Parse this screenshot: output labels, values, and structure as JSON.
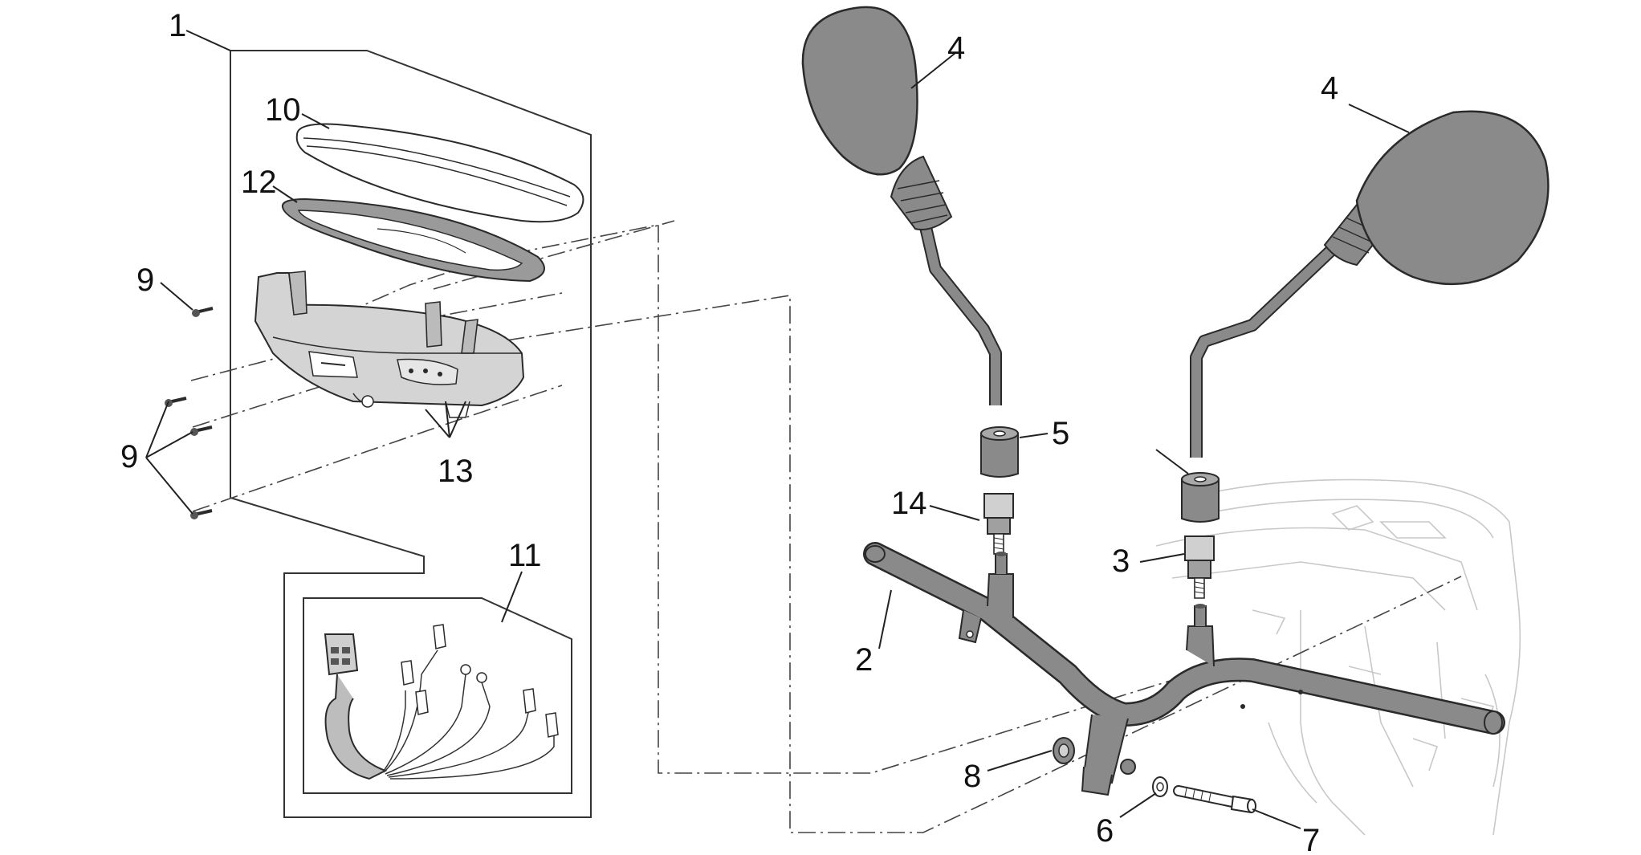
{
  "callouts": {
    "c1": "1",
    "c2": "2",
    "c3": "3",
    "c4a": "4",
    "c4b": "4",
    "c5": "5",
    "c6": "6",
    "c7": "7",
    "c8": "8",
    "c9a": "9",
    "c9b": "9",
    "c10": "10",
    "c11": "11",
    "c12": "12",
    "c13": "13",
    "c14": "14"
  },
  "colors": {
    "part_fill": "#8a8a8a",
    "part_fill_light": "#b5b5b5",
    "line": "#2a2a2a",
    "ghost": "#c8c8c8",
    "background": "#ffffff"
  }
}
